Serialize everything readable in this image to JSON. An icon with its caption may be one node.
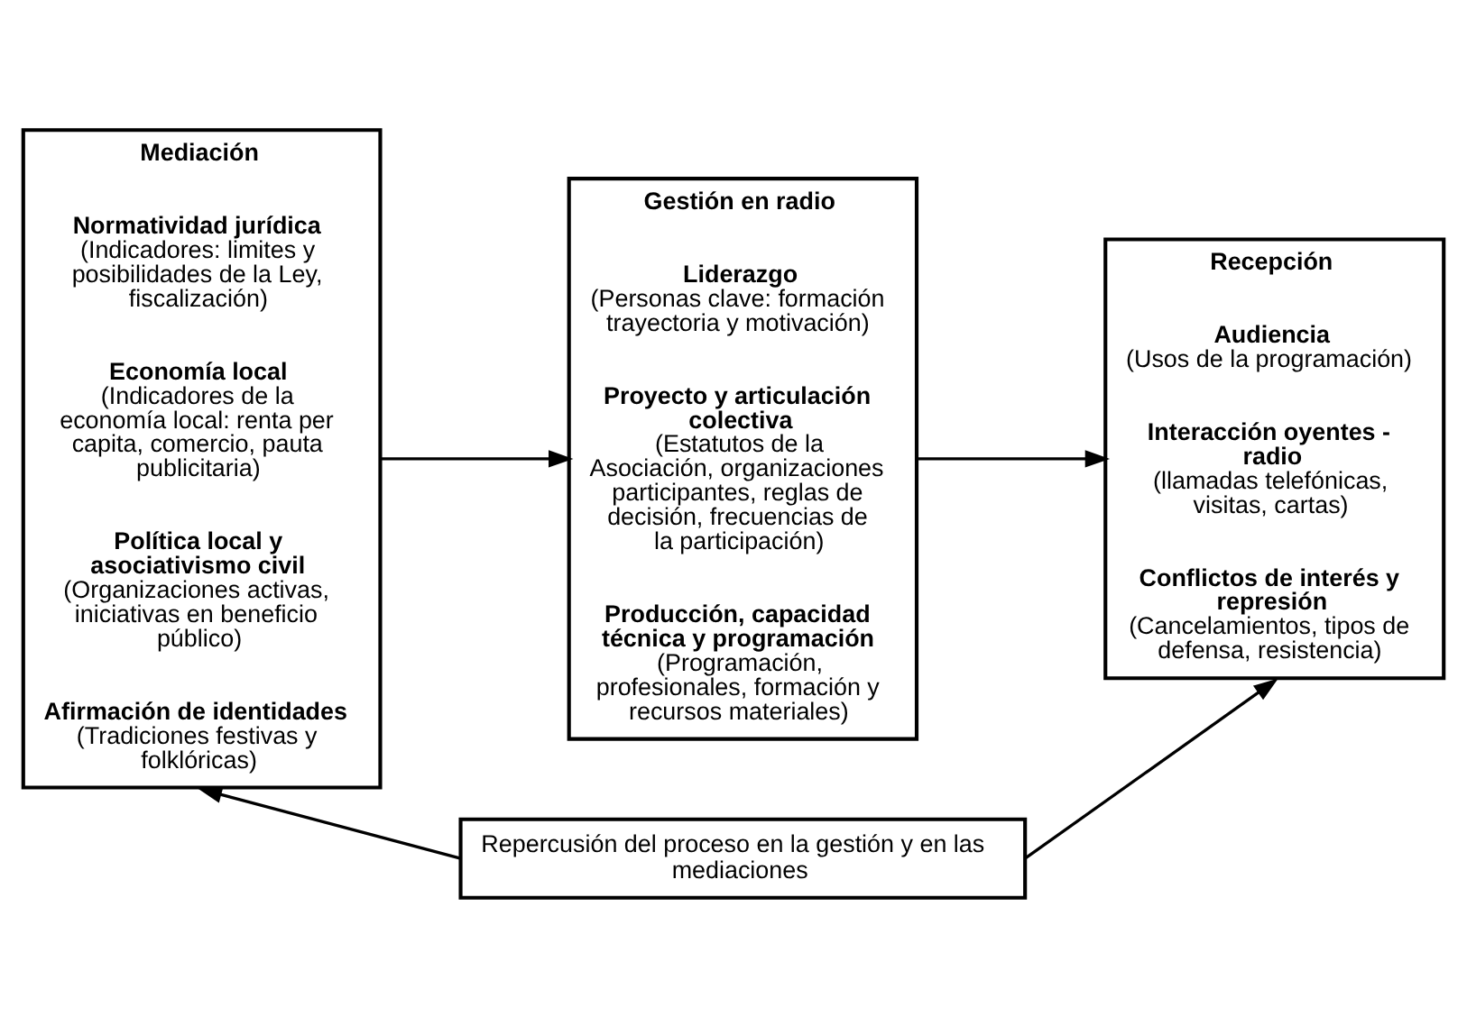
{
  "diagram": {
    "nodes": [
      {
        "text": [
          "Mediación",
          "Normatividad jurídica",
          "(Indicadores: limites y posibilidades de la Ley, fiscalización)",
          "Economía local",
          "(Indicadores de la economía local: renta per capita, comercio, pauta publicitaria)",
          "Política local y asociativismo civil",
          "(Organizaciones activas, iniciativas en beneficio público)",
          "Afirmación de identidades",
          "(Tradiciones festivas y folklóricas)"
        ]
      },
      {
        "text": [
          "Gestión en radio",
          "Liderazgo",
          "(Personas clave: formación trayectoria y motivación)",
          "Proyecto y articulación colectiva",
          "(Estatutos de la Asociación, organizaciones participantes, reglas de decisión, frecuencias de la participación)",
          "Producción, capacidad técnica y programación",
          "(Programación, profesionales, formación y recursos materiales)"
        ]
      },
      {
        "text": [
          "Recepción",
          "Audiencia",
          "(Usos de la programación)",
          "Interacción oyentes - radio",
          "(llamadas telefónicas, visitas, cartas)",
          "Conflictos de interés y represión",
          "(Cancelamientos, tipos de defensa, resistencia)"
        ]
      },
      {
        "text": [
          "Repercusión del proceso en la gestión y en las mediaciones"
        ]
      }
    ],
    "edges": [
      {
        "from": 0,
        "to": 1,
        "arrow": "to"
      },
      {
        "from": 1,
        "to": 2,
        "arrow": "to"
      },
      {
        "from": 3,
        "to": 0,
        "arrow": "to"
      },
      {
        "from": 3,
        "to": 2,
        "arrow": "to"
      }
    ]
  }
}
